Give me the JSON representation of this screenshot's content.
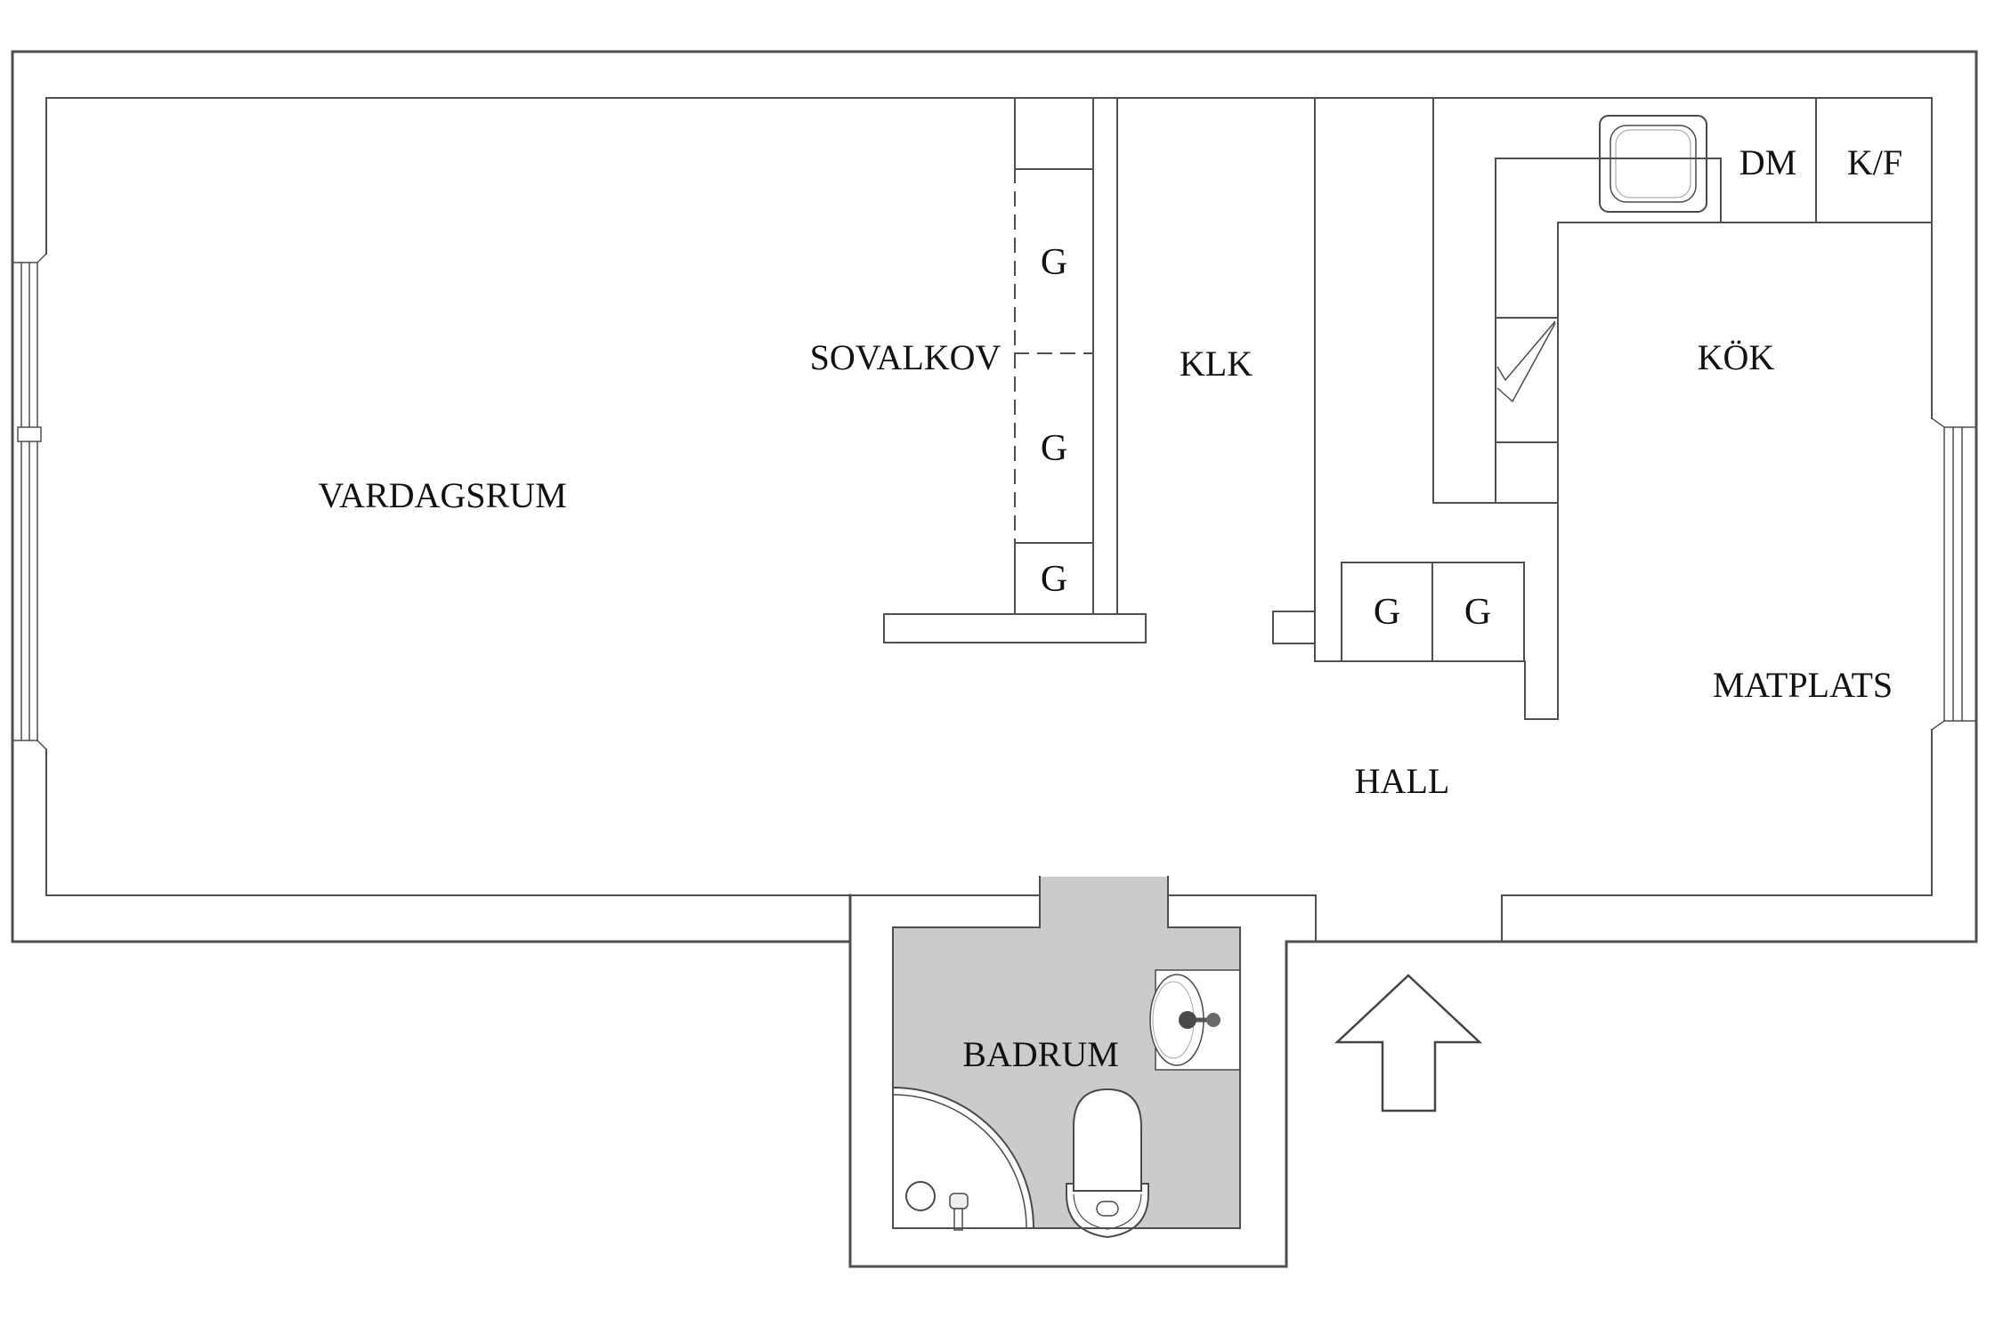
{
  "rooms": {
    "vardagsrum": "VARDAGSRUM",
    "sovalkov": "SOVALKOV",
    "klk": "KLK",
    "kok": "KÖK",
    "matplats": "MATPLATS",
    "hall": "HALL",
    "badrum": "BADRUM"
  },
  "appliances": {
    "dm": "DM",
    "kf": "K/F"
  },
  "wardrobes": {
    "sovalkov_top": "G",
    "sovalkov_middle": "G",
    "sovalkov_bottom": "G",
    "hall_left": "G",
    "hall_right": "G"
  },
  "colors": {
    "wall_line": "#4f4f4f",
    "fixture_line": "#4a4a4a",
    "bathroom_floor": "#cbcbcb",
    "label_text": "#111111",
    "paper": "#ffffff"
  }
}
